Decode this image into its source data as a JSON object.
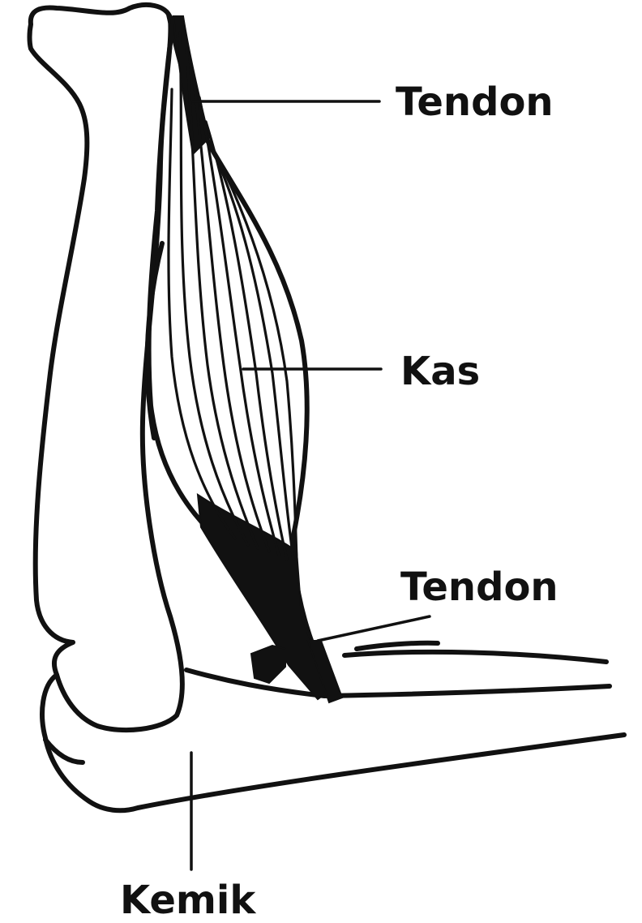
{
  "labels": {
    "tendon_top": "Tendon",
    "muscle": "Kas",
    "tendon_bottom": "Tendon",
    "bone": "Kemik"
  },
  "colors": {
    "ink": "#111111",
    "background": "#ffffff"
  }
}
